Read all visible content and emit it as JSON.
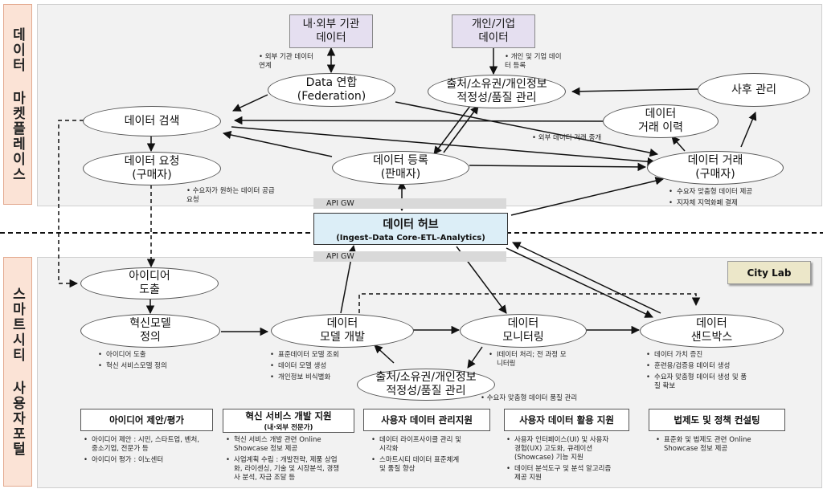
{
  "side_labels": {
    "top": "데이터 마켓플레이스",
    "bottom": "스마트시티 사용자포털"
  },
  "sources": {
    "external": "내·외부 기관\n데이터",
    "personal": "개인/기업\n데이터"
  },
  "source_notes": {
    "external": "외부 기관 데이터\n연계",
    "personal": "개인 및 기업 데이\n터 등록"
  },
  "market": {
    "federation": "Data 연합\n(Federation)",
    "validity": "출처/소유권/개인정보\n적정성/품질 관리",
    "aftercare": "사후 관리",
    "history": "데이터\n거래 이력",
    "search": "데이터 검색",
    "request": "데이터 요청\n(구매자)",
    "register": "데이터 등록\n(판매자)",
    "trade": "데이터 거래\n(구매자)"
  },
  "market_notes": {
    "external_trade": "외부 데이터 거래 중개",
    "request": "수요자가 원하는 데이터 공급\n요청",
    "trade": [
      "수요자 맞춤형 데이터  제공",
      "지자체 지역화폐 결제"
    ]
  },
  "gateway": {
    "top": "API GW",
    "bottom": "API GW"
  },
  "hub": {
    "title": "데이터 허브",
    "subtitle": "(Ingest–Data Core-ETL-Analytics)"
  },
  "city_lab": "City Lab",
  "portal": {
    "idea": "아이디어\n도출",
    "model": "혁신모델\n정의",
    "dev": "데이터\n모델 개발",
    "monitor": "데이터\n모니터링",
    "sandbox": "데이터\n샌드박스",
    "validity": "출처/소유권/개인정보\n적정성/품질 관리"
  },
  "portal_notes": {
    "model": [
      "아이디어 도출",
      "혁신 서비스모델 정의"
    ],
    "dev": [
      "표준데이터 모델 조회",
      "데이터 모델 생성",
      "개인정보 비식별화"
    ],
    "monitor": [
      "I데이터 처리; 전 과정 모\n니터링"
    ],
    "sandbox": [
      "데이터 가치 증진",
      "훈련용/검증용 데이터 생성",
      "수요자 맞춤형 데이터 생성 및 품\n질 확보"
    ],
    "validity": "수요자 맞춤형 데이터  품질 관리"
  },
  "support": [
    {
      "title": "아이디어 제안/평가",
      "subtitle": "",
      "items": [
        "아이디어 제안 : 시민, 스타트업, 벤처,\n중소기업, 전문가 등",
        "아이디어 평가 : 이노센터"
      ]
    },
    {
      "title": "혁신 서비스 개발 지원",
      "subtitle": "(내·외부 전문가)",
      "items": [
        "혁신 서비스 개발 관련 Online\nShowcase 정보 제공",
        "사업계획 수립 : 개발전략, 제품 상업\n화, 라이센싱, 기술 및 시장분석, 경쟁\n사 분석, 자금 조달 등"
      ]
    },
    {
      "title": "사용자 데이터 관리지원",
      "subtitle": "",
      "items": [
        "데이터 라이프사이클 관리 및\n시각화",
        "스마트시티 데이터 표준체계\n및 품질 향상"
      ]
    },
    {
      "title": "사용자 데이터 활용 지원",
      "subtitle": "",
      "items": [
        "사용자 인터페이스(UI) 및 사용자\n경험(UX) 고도화, 큐레이션\n(Showcase) 기능 지원",
        "데이터 분석도구 및 분석 알고리즘\n제공 지원"
      ]
    },
    {
      "title": "법제도  및 정책 컨설팅",
      "subtitle": "",
      "items": [
        "표준화 및 법제도 관련 Online\nShowcase 정보 제공"
      ]
    }
  ]
}
